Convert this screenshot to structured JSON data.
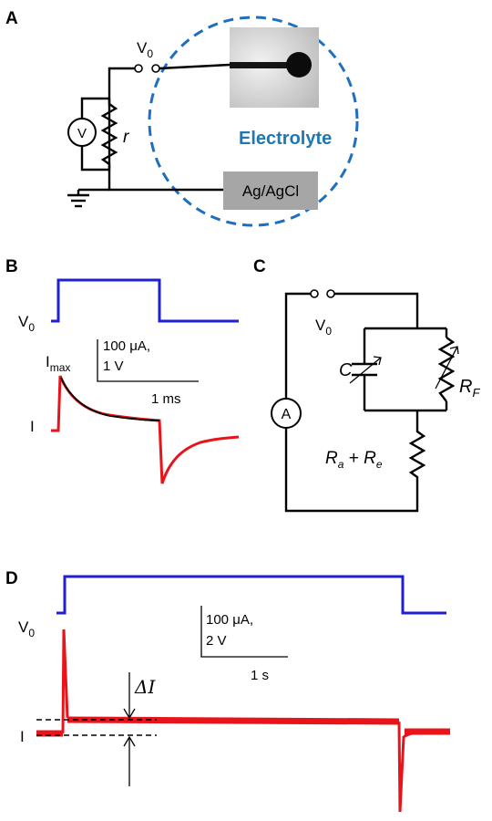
{
  "panels": {
    "a": "A",
    "b": "B",
    "c": "C",
    "d": "D"
  },
  "panel_a": {
    "v0": "V",
    "v0_sub": "0",
    "voltmeter": "V",
    "resistor": "r",
    "electrolyte": "Electrolyte",
    "reference_electrode": "Ag/AgCl",
    "colors": {
      "electrolyte_text": "#1f77b4",
      "dashed_circle": "#1f6fc0",
      "ref_box": "#a6a6a6"
    }
  },
  "panel_b": {
    "v0": "V",
    "v0_sub": "0",
    "imax": "I",
    "imax_sub": "max",
    "i_label": "I",
    "scale_line1": "100 μA,",
    "scale_line2": "1 V",
    "scale_time": "1 ms"
  },
  "panel_c": {
    "v0": "V",
    "v0_sub": "0",
    "ammeter": "A",
    "capacitor": "C",
    "rf": "R",
    "rf_sub": "F",
    "ra": "R",
    "ra_sub": "a",
    "plus": " + ",
    "re": "R",
    "re_sub": "e"
  },
  "panel_d": {
    "v0": "V",
    "v0_sub": "0",
    "i_label": "I",
    "delta_i": "ΔI",
    "scale_line1": "100 μA,",
    "scale_line2": "2 V",
    "scale_time": "1 s"
  }
}
